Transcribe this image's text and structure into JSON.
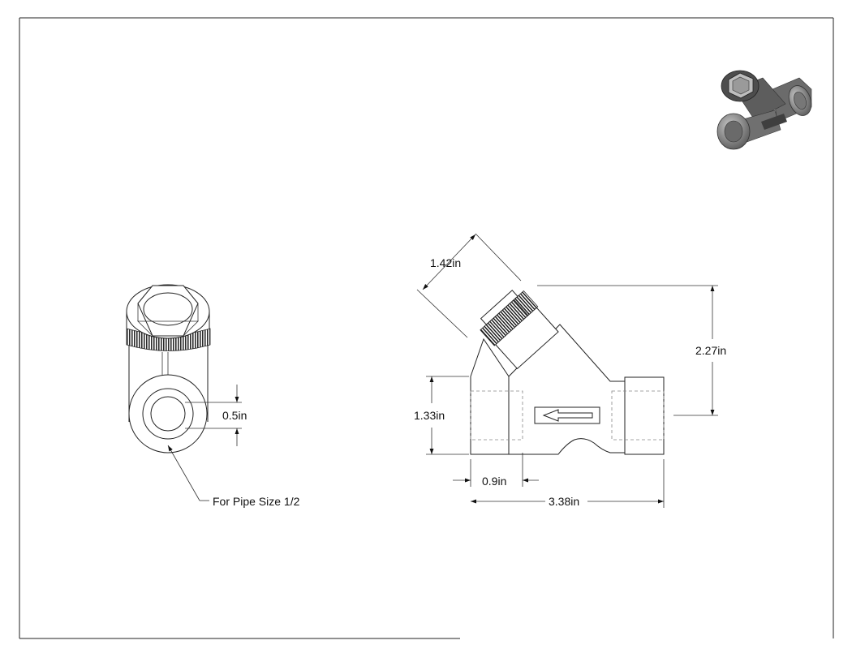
{
  "dimensions": {
    "port_diameter": "0.5in",
    "cap_length": "1.42in",
    "overall_height": "2.27in",
    "body_height": "1.33in",
    "end_length": "0.9in",
    "overall_length": "3.38in"
  },
  "callouts": {
    "pipe_size": "For Pipe Size 1/2"
  },
  "icons": {
    "flow_arrow": "flow-direction-arrow-icon",
    "iso_view": "isometric-strainer-icon"
  }
}
